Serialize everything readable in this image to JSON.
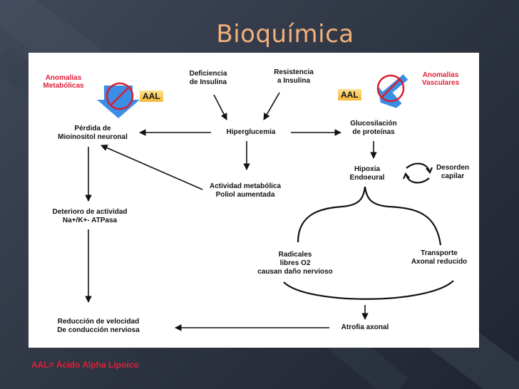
{
  "title": "Bioquímica",
  "nodes": {
    "anomalias_metabolicas": "Anomalías\nMetabólicas",
    "anomalias_vasculares": "Anomalías\nVasculares",
    "aal_left": "AAL",
    "aal_right": "AAL",
    "deficiencia": "Deficiencia\nde Insulina",
    "resistencia": "Resistencia\na Insulina",
    "perdida": "Pérdida de\nMioinositol neuronal",
    "hiperglucemia": "Hiperglucemia",
    "glucosilacion": "Glucosilación\nde proteínas",
    "hipoxia": "Hipoxia\nEndoeural",
    "desorden": "Desorden\ncapilar",
    "actividad": "Actividad metabólica\nPoliol aumentada",
    "deterioro": "Deterioro de actividad\nNa+/K+- ATPasa",
    "radicales": "Radicales\nlibres O2\ncausan daño nervioso",
    "transporte": "Transporte\nAxonal reducido",
    "reduccion": "Reducción de velocidad\nDe conducción nerviosa",
    "atrofia": "Atrofia axonal"
  },
  "footer": "AAL= Ácido Alpha Lipoico",
  "colors": {
    "title": "#f2b07a",
    "red_text": "#e0203a",
    "blue_arrow": "#3a8ee6",
    "no_sign": "#d81e2e"
  }
}
